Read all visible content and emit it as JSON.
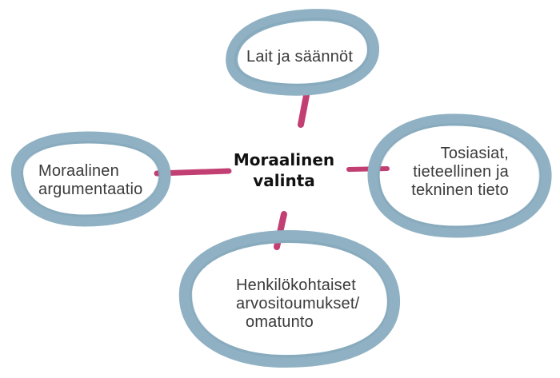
{
  "center": {
    "lines": [
      "Moraalinen",
      "valinta"
    ]
  },
  "nodes": {
    "top": {
      "lines": [
        "Lait ja säännöt"
      ]
    },
    "right": {
      "lines": [
        "Tosiasiat,",
        "tieteellinen ja",
        "tekninen tieto"
      ]
    },
    "left": {
      "lines": [
        "Moraalinen",
        "argumentaatio"
      ]
    },
    "bottom": {
      "lines": [
        "Henkilökohtaiset",
        "arvositoumukset/",
        "omatunto"
      ]
    }
  },
  "colors": {
    "ring": "#8fb1c3",
    "ring_dark": "#7a9db1",
    "connector": "#c23f73",
    "text": "#3a3a3a"
  }
}
